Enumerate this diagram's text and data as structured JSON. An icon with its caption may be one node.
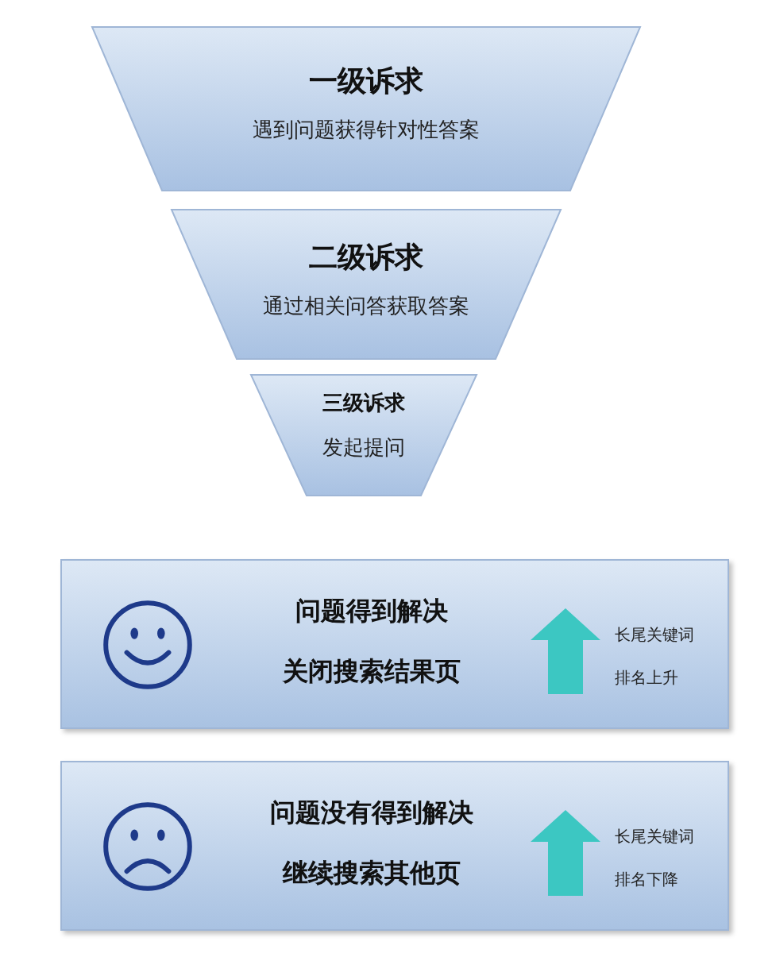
{
  "diagram": {
    "nodes": [
      {
        "text": [
          "一级诉求",
          "遇到问题获得针对性答案"
        ]
      },
      {
        "text": [
          "二级诉求",
          "通过相关问答获取答案"
        ]
      },
      {
        "text": [
          "三级诉求",
          "发起提问"
        ]
      },
      {
        "text": [
          "问题得到解决",
          "关闭搜索结果页",
          "长尾关键词",
          "排名上升"
        ]
      },
      {
        "text": [
          "问题没有得到解决",
          "继续搜索其他页",
          "长尾关键词",
          "排名下降"
        ]
      }
    ]
  }
}
